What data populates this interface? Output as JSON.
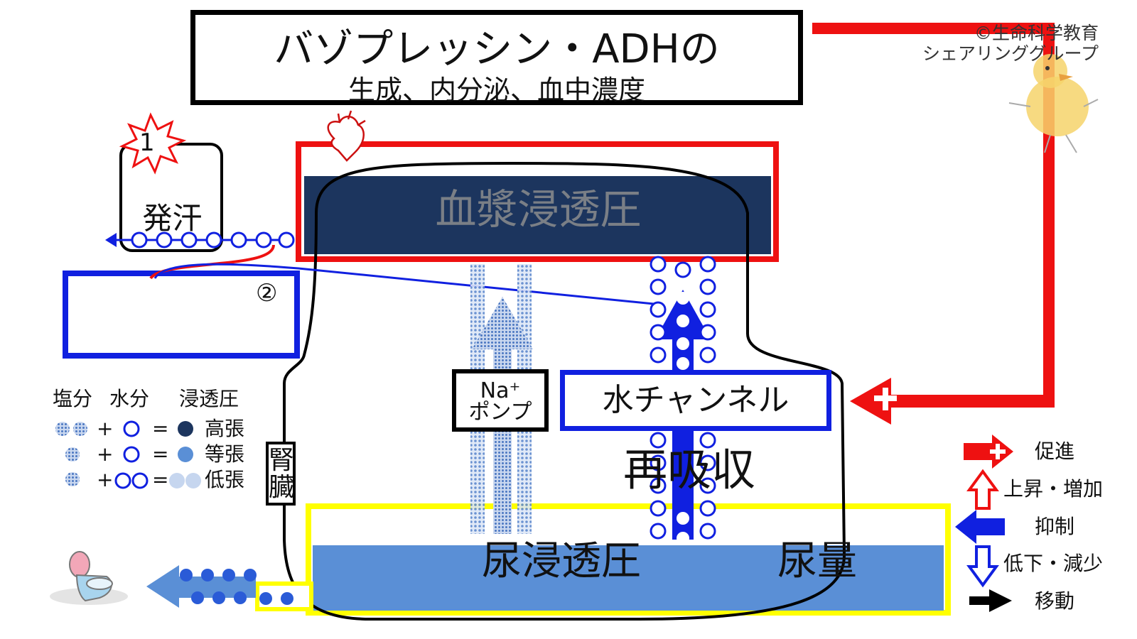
{
  "title": {
    "main": "バゾプレッシン・ADHの",
    "sub": "生成、内分泌、血中濃度"
  },
  "credit": {
    "line1": "©生命科学教育",
    "line2": "シェアリンググループ"
  },
  "labels": {
    "plasma_osmotic_pressure": "血漿浸透圧",
    "sweating": "発汗",
    "marker_1": "1",
    "marker_2": "②",
    "na_pump_line1": "Na⁺",
    "na_pump_line2": "ポンプ",
    "water_channel": "水チャンネル",
    "reabsorption": "再吸収",
    "kidney": "腎臓",
    "urine_osmotic_pressure": "尿浸透圧",
    "urine_volume": "尿量"
  },
  "legend": {
    "headers": [
      "塩分",
      "水分",
      "浸透圧"
    ],
    "rows": [
      {
        "salt": "●●",
        "plus": "+",
        "water": "○",
        "equals": "=",
        "result": "高張"
      },
      {
        "salt": "●",
        "plus": "+",
        "water": "○",
        "equals": "=",
        "result": "等張"
      },
      {
        "salt": "●",
        "plus": "+",
        "water": "○○",
        "equals": "=",
        "result": "低張"
      }
    ]
  },
  "key": {
    "promote": "促進",
    "rise_increase": "上昇・増加",
    "suppress": "抑制",
    "decrease": "低下・減少",
    "move": "移動"
  },
  "colors": {
    "red": "#ee1111",
    "blue": "#1020e0",
    "navy": "#1c355e",
    "mid_blue": "#5a8fd6",
    "yellow": "#ffff00",
    "dot_blue": "#2a5bd7"
  },
  "icons": [
    "heart-icon",
    "toilet-icon",
    "duck-illustration",
    "explosion-burst-icon"
  ]
}
